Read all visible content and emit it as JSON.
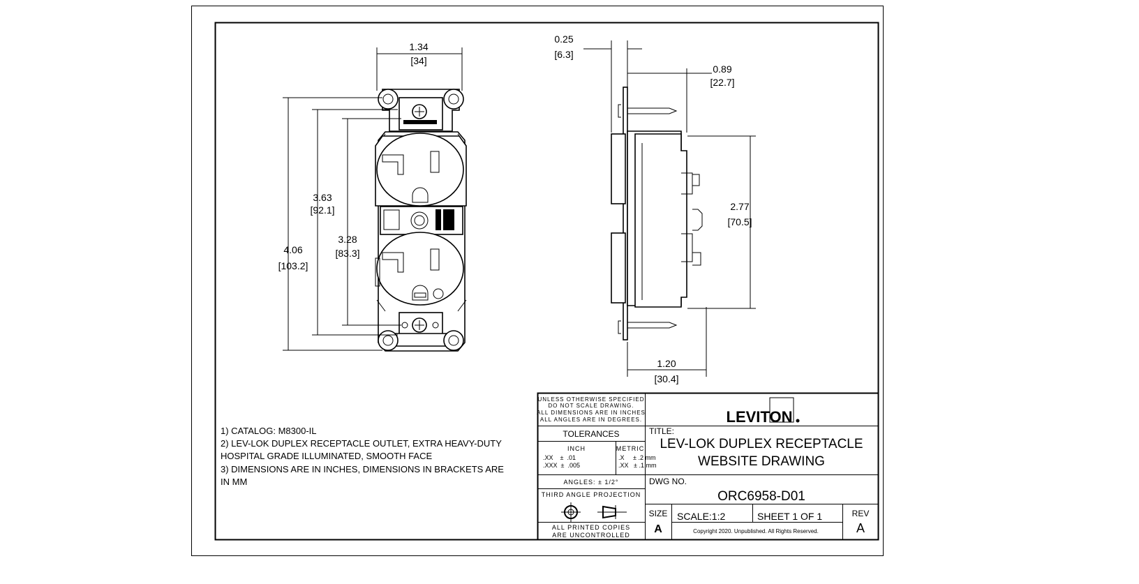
{
  "dimensions": {
    "width_front": {
      "in": "1.34",
      "mm": "[34]"
    },
    "overall_height": {
      "in": "4.06",
      "mm": "[103.2]"
    },
    "mount_hole_spacing": {
      "in": "3.63",
      "mm": "[92.1]"
    },
    "strap_height": {
      "in": "3.28",
      "mm": "[83.3]"
    },
    "strap_thickness": {
      "in": "0.25",
      "mm": "[6.3]"
    },
    "body_depth_front": {
      "in": "0.89",
      "mm": "[22.7]"
    },
    "body_height": {
      "in": "2.77",
      "mm": "[70.5]"
    },
    "overall_depth": {
      "in": "1.20",
      "mm": "[30.4]"
    }
  },
  "notes": [
    "1) CATALOG: M8300-IL",
    "2) LEV-LOK DUPLEX RECEPTACLE OUTLET, EXTRA HEAVY-DUTY",
    "HOSPITAL GRADE ILLUMINATED, SMOOTH FACE",
    "3) DIMENSIONS ARE IN INCHES, DIMENSIONS IN BRACKETS ARE",
    "IN MM"
  ],
  "title_block": {
    "spec_lines": [
      "UNLESS OTHERWISE SPECIFIED",
      "DO NOT SCALE DRAWING.",
      "ALL DIMENSIONS ARE IN INCHES",
      "ALL ANGLES ARE IN DEGREES."
    ],
    "tolerances_label": "TOLERANCES",
    "inch_label": "INCH",
    "inch_rows": [
      ".XX    ±  .01",
      ".XXX  ±  .005"
    ],
    "metric_label": "METRIC",
    "metric_rows": [
      ".X     ± .2 mm",
      ".XX   ± .1 mm"
    ],
    "angles": "ANGLES: ± 1/2°",
    "projection_label": "THIRD ANGLE PROJECTION",
    "copies_lines": [
      "ALL PRINTED COPIES",
      "ARE UNCONTROLLED"
    ],
    "logo": "LEVITON",
    "title_label": "TITLE:",
    "title_lines": [
      "LEV-LOK DUPLEX RECEPTACLE",
      "WEBSITE DRAWING"
    ],
    "dwg_label": "DWG NO.",
    "dwg_no": "ORC6958-D01",
    "size_label": "SIZE",
    "size": "A",
    "scale": "SCALE:1:2",
    "sheet": "SHEET 1 OF 1",
    "rev_label": "REV",
    "rev": "A",
    "copyright": "Copyright 2020. Unpublished. All Rights Reserved."
  }
}
